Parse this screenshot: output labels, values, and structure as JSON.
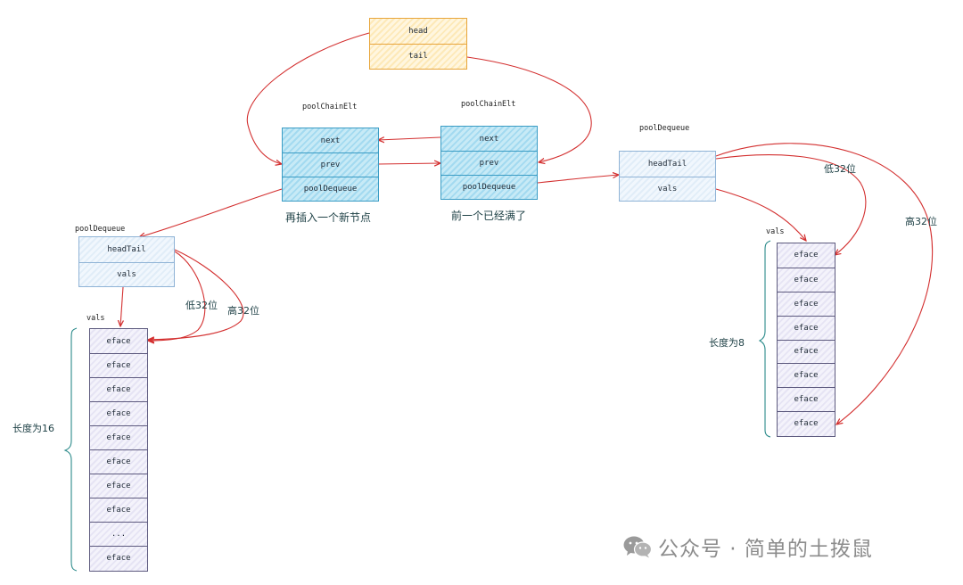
{
  "top_node": {
    "fields": [
      "head",
      "tail"
    ]
  },
  "chain_new": {
    "label": "poolChainElt",
    "fields": [
      "next",
      "prev",
      "poolDequeue"
    ],
    "caption": "再插入一个新节点"
  },
  "chain_old": {
    "label": "poolChainElt",
    "fields": [
      "next",
      "prev",
      "poolDequeue"
    ],
    "caption": "前一个已经满了"
  },
  "deque_left": {
    "label": "poolDequeue",
    "fields": [
      "headTail",
      "vals"
    ],
    "vals_label": "vals",
    "low_label": "低32位",
    "high_label": "高32位",
    "length_label": "长度为16",
    "cells": [
      "eface",
      "eface",
      "eface",
      "eface",
      "eface",
      "eface",
      "eface",
      "eface",
      "...",
      "eface"
    ]
  },
  "deque_right": {
    "label": "poolDequeue",
    "fields": [
      "headTail",
      "vals"
    ],
    "vals_label": "vals",
    "low_label": "低32位",
    "high_label": "高32位",
    "length_label": "长度为8",
    "cells": [
      "eface",
      "eface",
      "eface",
      "eface",
      "eface",
      "eface",
      "eface",
      "eface"
    ]
  },
  "watermark": {
    "text": "公众号 · 简单的土拨鼠",
    "icon": "wechat-icon"
  },
  "colors": {
    "arrow": "#d32f2f",
    "brace": "#2a8a8a",
    "chain": "#3a9cc4",
    "head": "#e8a53a"
  }
}
